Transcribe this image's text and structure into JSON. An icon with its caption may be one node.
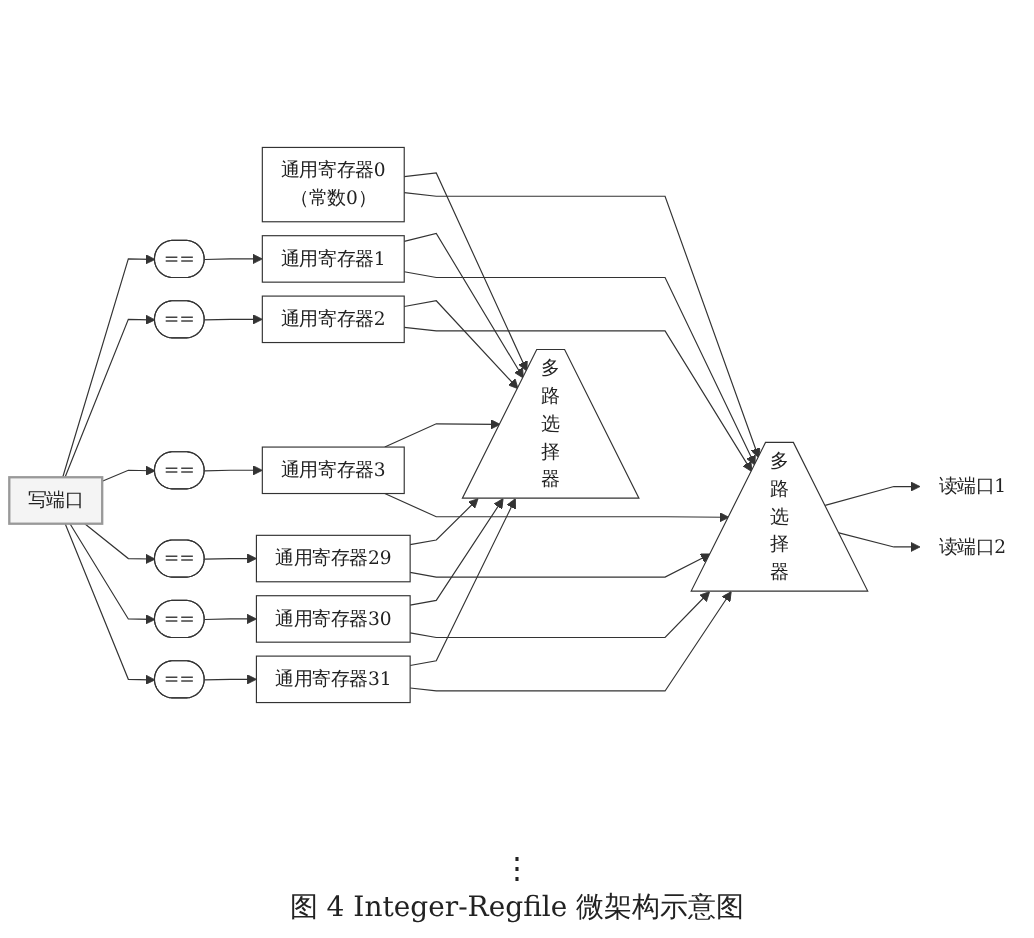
{
  "diagram": {
    "caption": "图 4 Integer-Regfile 微架构示意图",
    "nodes": [
      {
        "text": [
          "写端口"
        ]
      },
      {
        "text": [
          "通用寄存器0",
          "（常数0）"
        ]
      },
      {
        "text": [
          "=="
        ]
      },
      {
        "text": [
          "通用寄存器1"
        ]
      },
      {
        "text": [
          "=="
        ]
      },
      {
        "text": [
          "通用寄存器2"
        ]
      },
      {
        "text": [
          "=="
        ]
      },
      {
        "text": [
          "通用寄存器3"
        ]
      },
      {
        "text": [
          "=="
        ]
      },
      {
        "text": [
          "通用寄存器29"
        ]
      },
      {
        "text": [
          "=="
        ]
      },
      {
        "text": [
          "通用寄存器30"
        ]
      },
      {
        "text": [
          "=="
        ]
      },
      {
        "text": [
          "通用寄存器31"
        ]
      },
      {
        "text": [
          "多路选择器"
        ]
      },
      {
        "text": [
          "多路选择器"
        ]
      },
      {
        "text": [
          "读端口1"
        ]
      },
      {
        "text": [
          "读端口2"
        ]
      }
    ],
    "edges": [
      {
        "from": 0,
        "to": 2,
        "arrow": "to"
      },
      {
        "from": 0,
        "to": 4,
        "arrow": "to"
      },
      {
        "from": 0,
        "to": 6,
        "arrow": "to"
      },
      {
        "from": 0,
        "to": 8,
        "arrow": "to"
      },
      {
        "from": 0,
        "to": 10,
        "arrow": "to"
      },
      {
        "from": 0,
        "to": 12,
        "arrow": "to"
      },
      {
        "from": 2,
        "to": 3,
        "arrow": "to"
      },
      {
        "from": 4,
        "to": 5,
        "arrow": "to"
      },
      {
        "from": 6,
        "to": 7,
        "arrow": "to"
      },
      {
        "from": 8,
        "to": 9,
        "arrow": "to"
      },
      {
        "from": 10,
        "to": 11,
        "arrow": "to"
      },
      {
        "from": 12,
        "to": 13,
        "arrow": "to"
      },
      {
        "from": 1,
        "to": 14,
        "arrow": "to"
      },
      {
        "from": 1,
        "to": 15,
        "arrow": "to"
      },
      {
        "from": 3,
        "to": 14,
        "arrow": "to"
      },
      {
        "from": 3,
        "to": 15,
        "arrow": "to"
      },
      {
        "from": 5,
        "to": 14,
        "arrow": "to"
      },
      {
        "from": 5,
        "to": 15,
        "arrow": "to"
      },
      {
        "from": 7,
        "to": 14,
        "arrow": "to"
      },
      {
        "from": 7,
        "to": 15,
        "arrow": "to"
      },
      {
        "from": 9,
        "to": 14,
        "arrow": "to"
      },
      {
        "from": 9,
        "to": 15,
        "arrow": "to"
      },
      {
        "from": 11,
        "to": 14,
        "arrow": "to"
      },
      {
        "from": 11,
        "to": 15,
        "arrow": "to"
      },
      {
        "from": 13,
        "to": 14,
        "arrow": "to"
      },
      {
        "from": 13,
        "to": 15,
        "arrow": "to"
      },
      {
        "from": 15,
        "to": 16,
        "arrow": "to"
      },
      {
        "from": 15,
        "to": 17,
        "arrow": "to"
      }
    ],
    "labels": [
      "⋮"
    ]
  }
}
